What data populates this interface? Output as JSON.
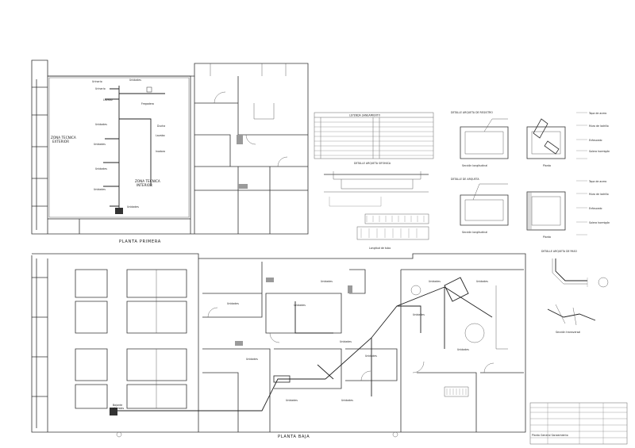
{
  "plans": {
    "upper_title": "PLANTA PRIMERA",
    "lower_title": "PLANTA BAJA"
  },
  "technical_areas": {
    "upper": "ZONA TECNICA\nEXTERIOR",
    "interior": "ZONA TECNICA\nINTERIOR"
  },
  "legend": {
    "title": "LEYENDA SANEAMIENTO"
  },
  "details": {
    "detail_a": "DETALLE ARQUETA SIFONICA",
    "detail_b": "DETALLE ARQUETA DE REGISTRO",
    "detail_c": "DETALLE DE ARQUETA",
    "detail_d": "DETALLE ARQUETA DE PASO",
    "section_label": "Sección longitudinal",
    "plan_label": "Planta",
    "length_label": "Longitud de tubo",
    "cut_label": "Sección transversal"
  },
  "bajantes": {
    "label": "Bajante\npluviales"
  },
  "titleblock": {
    "line1": "Planta General Saneamiento"
  }
}
